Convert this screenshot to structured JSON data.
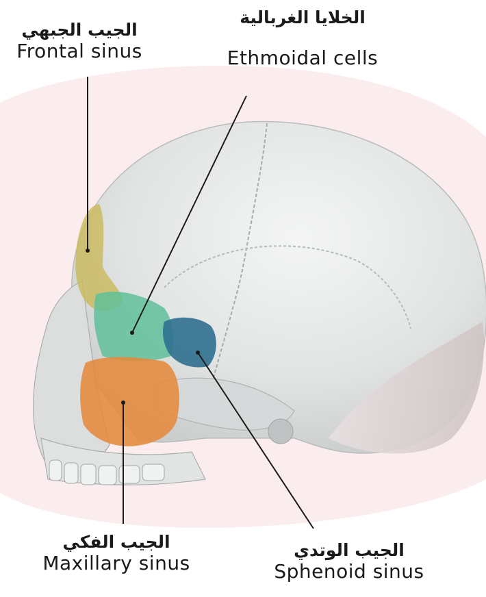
{
  "labels": {
    "frontal": {
      "ar": "الجيب الجبهي",
      "en": "Frontal sinus"
    },
    "ethmoidal": {
      "ar": "الخلايا الغربالية",
      "en": "Ethmoidal cells"
    },
    "maxillary": {
      "ar": "الجيب الفكي",
      "en": "Maxillary sinus"
    },
    "sphenoid": {
      "ar": "الجيب الوتدي",
      "en": "Sphenoid sinus"
    }
  },
  "colors": {
    "frontal": "#c9b95a",
    "ethmoidal": "#5fbf9a",
    "maxillary": "#e48a3c",
    "sphenoid": "#2f6f8f",
    "skull": "#e4e6e6",
    "background_watermark": "#f7dedd"
  }
}
